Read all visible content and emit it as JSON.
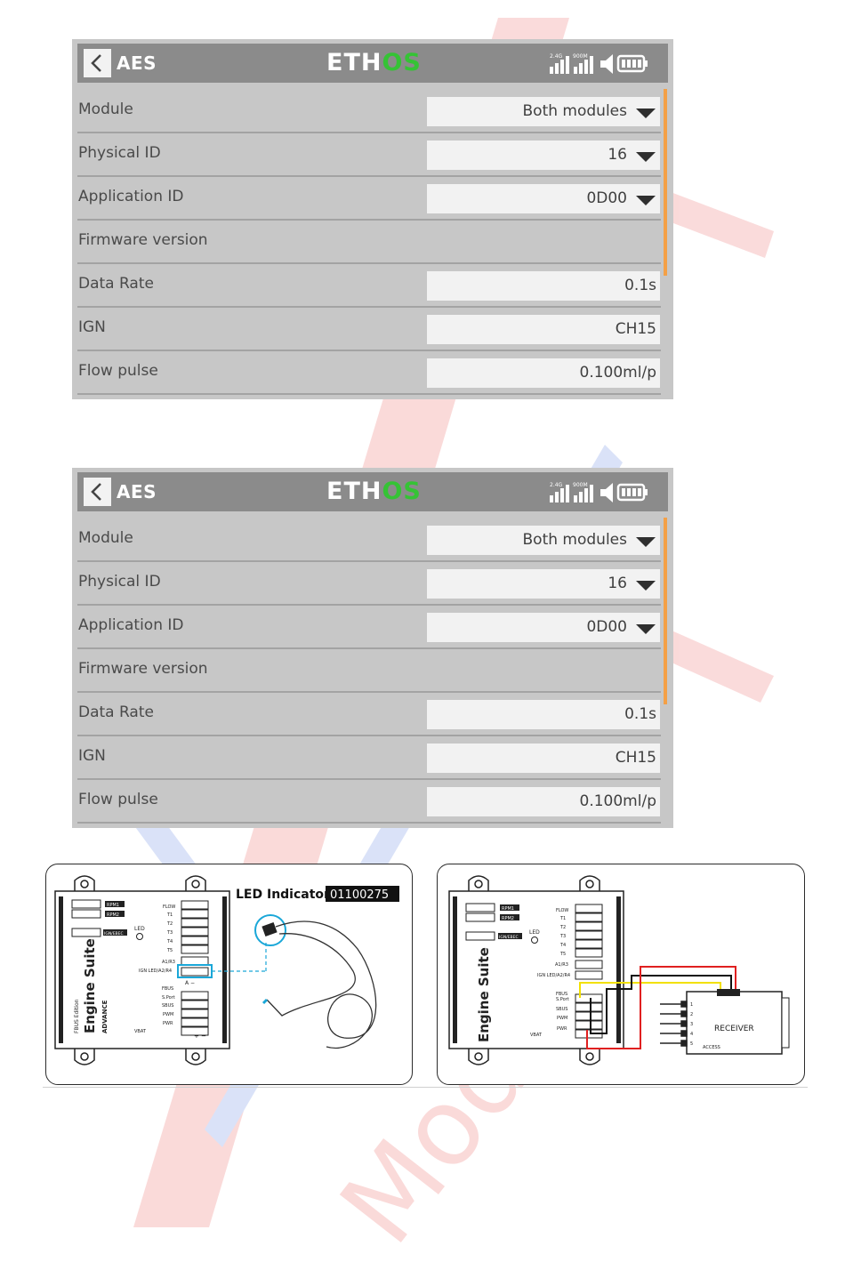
{
  "screens": [
    {
      "title": "AES",
      "logo": {
        "left": "ETH",
        "right": "OS"
      },
      "rows": [
        {
          "label": "Module",
          "value": "Both modules",
          "dropdown": true
        },
        {
          "label": "Physical ID",
          "value": "16",
          "dropdown": true
        },
        {
          "label": "Application ID",
          "value": "0D00",
          "dropdown": true
        },
        {
          "label": "Firmware version",
          "value": ""
        },
        {
          "label": "Data Rate",
          "value": "0.1s"
        },
        {
          "label": "IGN",
          "value": "CH15"
        },
        {
          "label": "Flow pulse",
          "value": "0.100ml/p"
        }
      ]
    },
    {
      "title": "AES",
      "logo": {
        "left": "ETH",
        "right": "OS"
      },
      "rows": [
        {
          "label": "Module",
          "value": "Both modules",
          "dropdown": true
        },
        {
          "label": "Physical ID",
          "value": "16",
          "dropdown": true
        },
        {
          "label": "Application ID",
          "value": "0D00",
          "dropdown": true
        },
        {
          "label": "Firmware version",
          "value": ""
        },
        {
          "label": "Data Rate",
          "value": "0.1s"
        },
        {
          "label": "IGN",
          "value": "CH15"
        },
        {
          "label": "Flow pulse",
          "value": "0.100ml/p"
        }
      ]
    }
  ],
  "status_labels": {
    "band1": "2.4G",
    "band2": "900M"
  },
  "diagram_left": {
    "title": "LED Indicator",
    "part_number": "01100275",
    "brand": "Engine Suite",
    "brand_sub": "FBUS Edition",
    "maker": "ADVANCE",
    "ports": {
      "rpm1": "RPM1",
      "rpm2": "RPM2",
      "ign": "IGN/EBEC",
      "led": "LED",
      "flow": "FLOW",
      "t1": "T1",
      "t2": "T2",
      "t3": "T3",
      "t4": "T4",
      "t5": "T5",
      "a1": "A1/R3",
      "ignled": "IGN LED/A2/R4",
      "fbus": "FBUS",
      "sport": "S.Port",
      "sbus": "SBUS",
      "pwm": "PWM",
      "pwr": "PWR",
      "vbat": "VBAT",
      "plusminus": "+ −",
      "aminus": "A −"
    }
  },
  "diagram_right": {
    "brand": "Engine Suite",
    "receiver_label": "RECEIVER",
    "receiver_sub": "ACCESS",
    "ports": {
      "rpm1": "RPM1",
      "rpm2": "RPM2",
      "ign": "IGN/EBEC",
      "led": "LED",
      "flow": "FLOW",
      "t1": "T1",
      "t2": "T2",
      "t3": "T3",
      "t4": "T4",
      "t5": "T5",
      "a1": "A1/R3",
      "ignled": "IGN LED/A2/R4",
      "fbus": "FBUS",
      "sport": "S.Port",
      "sbus": "SBUS",
      "pwm": "PWM",
      "pwr": "PWR",
      "vbat": "VBAT"
    },
    "rx_ports": [
      "1",
      "2",
      "3",
      "4",
      "5"
    ]
  },
  "colors": {
    "header_bg": "#8b8b8b",
    "screen_bg": "#c7c7c7",
    "field_bg": "#f2f2f2",
    "scrollbar": "#f4a046",
    "logo_green": "#35c335",
    "wire_red": "#e02020",
    "wire_yellow": "#f2e000",
    "wire_black": "#111111",
    "led_cyan": "#1aa7d8",
    "watermark_red": "#e53935",
    "watermark_blue": "#3a66d9"
  },
  "watermark": "Model"
}
